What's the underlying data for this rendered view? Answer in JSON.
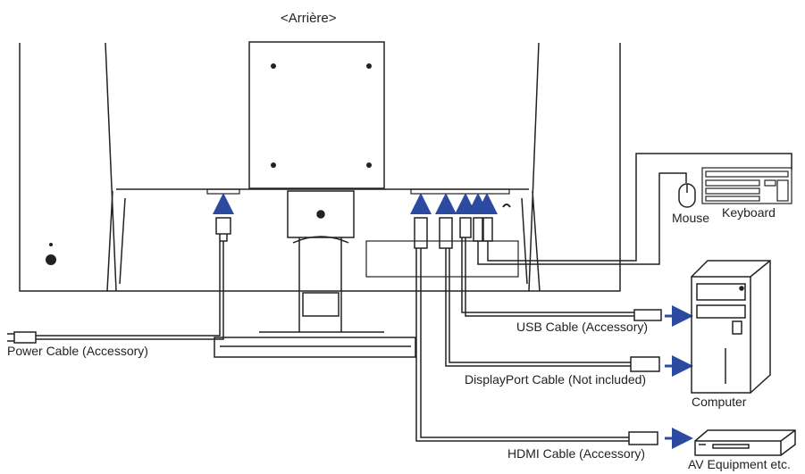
{
  "view_title": "<Arrière>",
  "labels": {
    "power_cable": "Power Cable (Accessory)",
    "usb_cable": "USB Cable (Accessory)",
    "displayport_cable": "DisplayPort Cable (Not included)",
    "hdmi_cable": "HDMI Cable (Accessory)",
    "mouse": "Mouse",
    "keyboard": "Keyboard",
    "computer": "Computer",
    "av_equipment": "AV Equipment etc."
  },
  "colors": {
    "line": "#222222",
    "arrow": "#2b4aa0",
    "panel": "#ffffff"
  },
  "icons": [
    "monitor-back",
    "vesa-mount-plate",
    "stand",
    "power-plug",
    "hdmi-connector",
    "displayport-connector",
    "usb-connector",
    "headphone-jack",
    "mouse-icon",
    "keyboard-icon",
    "computer-tower-icon",
    "av-equipment-icon",
    "arrow-icon"
  ]
}
